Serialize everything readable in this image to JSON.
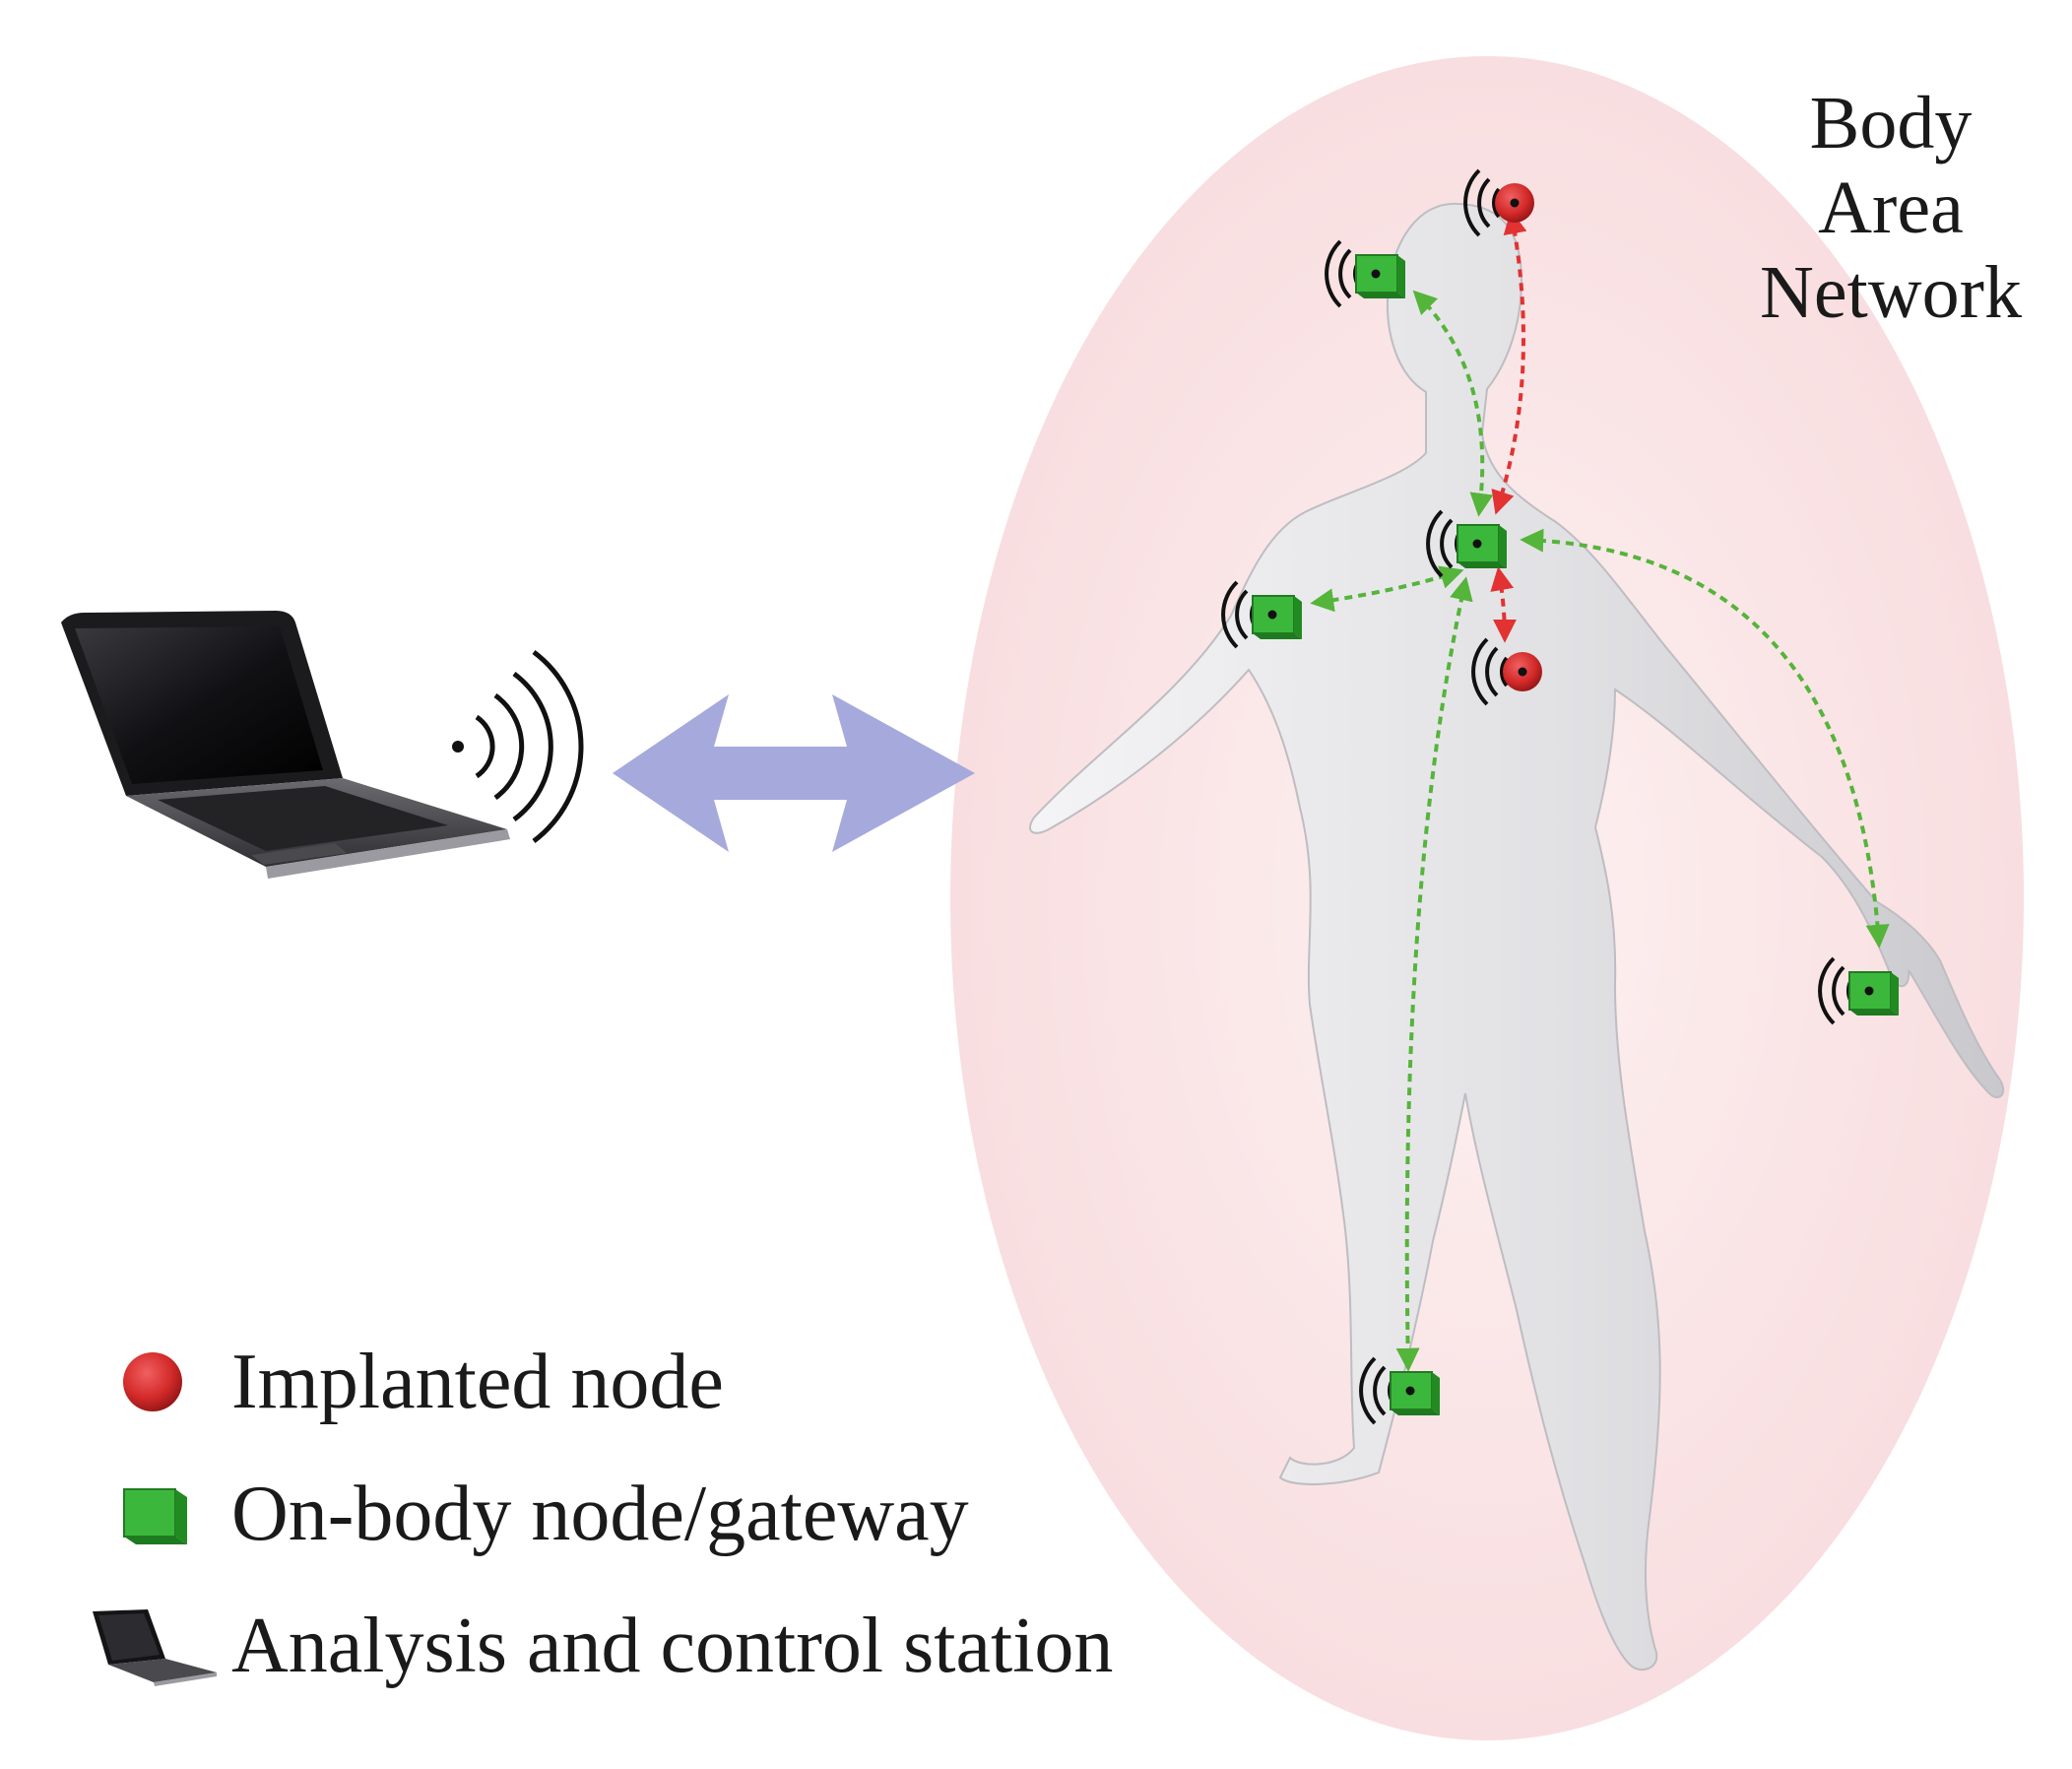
{
  "title_lines": [
    "Body",
    "Area",
    "Network"
  ],
  "legend": [
    {
      "symbol": "implanted-node",
      "label": "Implanted node",
      "color": "#d42a2a"
    },
    {
      "symbol": "on-body-node",
      "label": "On-body node/gateway",
      "color": "#3bb83b"
    },
    {
      "symbol": "laptop",
      "label": "Analysis and control station"
    }
  ],
  "colors": {
    "ban_region": "#fbe7e8",
    "bidirectional_arrow": "#a6a9dc",
    "implanted_node": "#d42a2a",
    "on_body_node": "#3bb83b",
    "implant_link": "#e23232",
    "on_body_link": "#55b43a",
    "body": "#e4e4e6"
  },
  "icons": {
    "wireless": "wireless-signal-icon",
    "laptop": "laptop-icon"
  }
}
